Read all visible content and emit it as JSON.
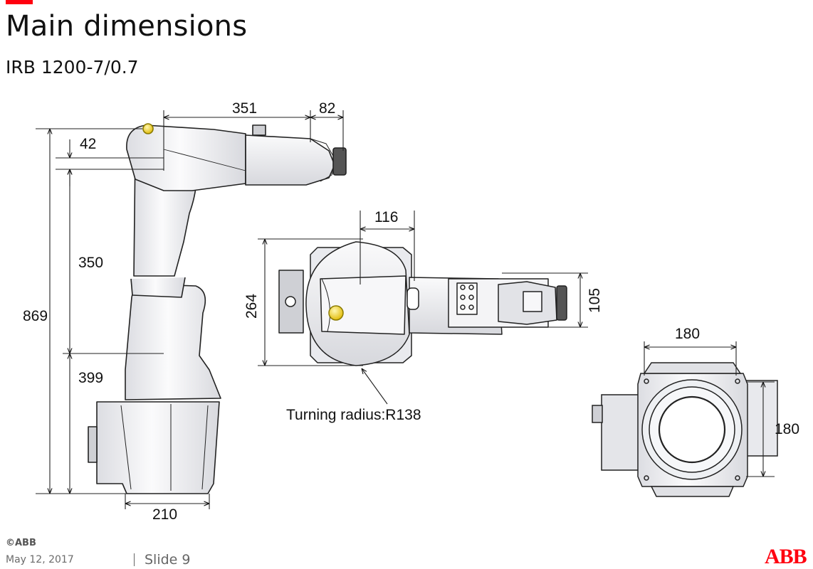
{
  "header": {
    "title": "Main dimensions",
    "subtitle": "IRB 1200-7/0.7"
  },
  "dimensions": {
    "side": {
      "d351": "351",
      "d82": "82",
      "d42": "42",
      "d350": "350",
      "d869": "869",
      "d399": "399",
      "d210": "210"
    },
    "top": {
      "d116": "116",
      "d264": "264",
      "d105": "105",
      "turning_radius": "Turning radius:R138"
    },
    "base": {
      "d180_w": "180",
      "d180_h": "180"
    }
  },
  "footer": {
    "copyright": "©ABB",
    "date": "May 12, 2017",
    "slide": "Slide 9",
    "logo": "ABB"
  },
  "colors": {
    "brand_red": "#ff000f",
    "robot_body": "#f2f2f4",
    "outline": "#222222",
    "accent_yellow": "#f4d21a"
  }
}
